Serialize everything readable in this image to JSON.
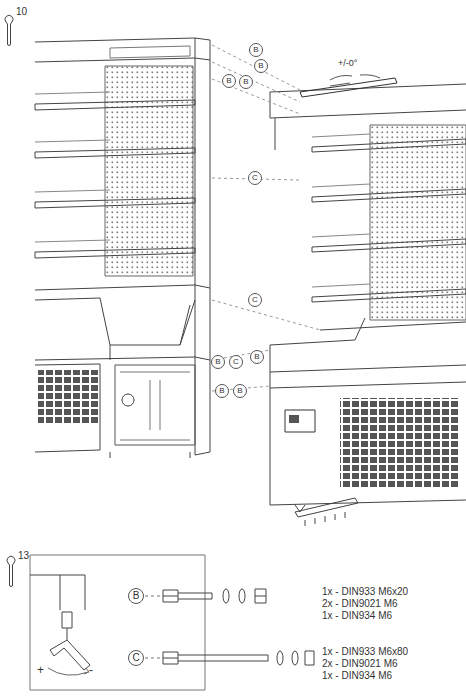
{
  "diagram": {
    "nodes": [
      {
        "text": [
          "B"
        ]
      },
      {
        "text": [
          "B"
        ]
      },
      {
        "text": [
          "B"
        ]
      },
      {
        "text": [
          "B"
        ]
      },
      {
        "text": [
          "C"
        ]
      },
      {
        "text": [
          "C"
        ]
      },
      {
        "text": [
          "B"
        ]
      },
      {
        "text": [
          "C"
        ]
      },
      {
        "text": [
          "B"
        ]
      },
      {
        "text": [
          "B"
        ]
      },
      {
        "text": [
          "B"
        ]
      },
      {
        "text": [
          "B"
        ]
      },
      {
        "text": [
          "C"
        ]
      }
    ],
    "labels": [
      "10",
      "+/-0°",
      "13",
      "+",
      "-",
      "1x - DIN933 M6x20",
      "2x - DIN9021 M6",
      "1x - DIN934 M6",
      "1x - DIN933 M6x80",
      "2x - DIN9021 M6",
      "1x - DIN934 M6"
    ]
  }
}
